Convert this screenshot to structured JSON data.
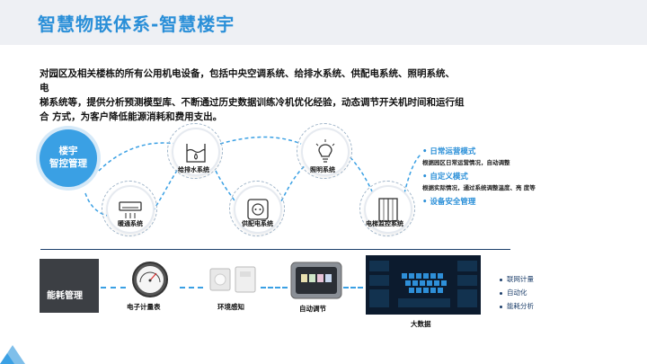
{
  "title": "智慧物联体系-智慧楼宇",
  "intro": {
    "line1": "对园区及相关楼栋的所有公用机电设备，包括中央空调系统、给排水系统、供配电系统、照明系统、",
    "line2": "电",
    "line3": "梯系统等，提供分析预测模型库、不断通过历史数据训练冷机优化经验，动态调节开关机时间和运行组",
    "line4": "合 方式，为客户降低能源消耗和费用支出。"
  },
  "main_node": {
    "line1": "楼宇",
    "line2": "智控管理"
  },
  "nodes": {
    "hvac": "暖通系统",
    "water": "给排水系统",
    "power": "供配电系统",
    "lighting": "照明系统",
    "elevator": "电梯监控系统"
  },
  "modes": [
    {
      "title": "日常运营模式",
      "desc": "根据园区日常运营情况，自动调整"
    },
    {
      "title": "自定义模式",
      "desc": "根据实际情况，通过系统调整温度、亮 度等"
    },
    {
      "title": "设备安全管理",
      "desc": ""
    }
  ],
  "energy": {
    "label": "能耗管理",
    "devices": {
      "meter": "电子计量表",
      "sensor": "环境感知",
      "auto": "自动调节",
      "bigdata": "大数据"
    },
    "features": [
      "联网计量",
      "自动化",
      "能耗分析"
    ]
  },
  "colors": {
    "accent": "#2a8fd8",
    "navy": "#1d3f6b",
    "header_bg": "#eef0f4"
  }
}
